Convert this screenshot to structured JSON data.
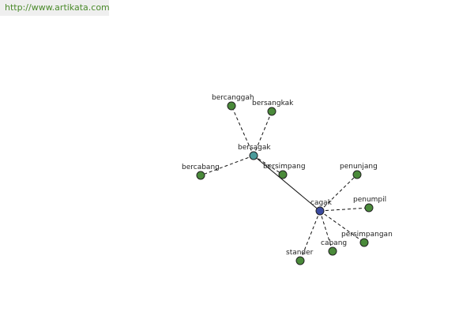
{
  "header": {
    "url": "http://www.artikata.com"
  },
  "graph": {
    "hubs": [
      {
        "id": "bersagak",
        "label": "bersagak",
        "color": "#4a9a9a"
      },
      {
        "id": "cagak",
        "label": "cagak",
        "color": "#3a4aa0"
      }
    ],
    "leaves": [
      {
        "id": "bercanggah",
        "label": "bercanggah",
        "parent": "bersagak",
        "color": "#4a8a3a"
      },
      {
        "id": "bersangkak",
        "label": "bersangkak",
        "parent": "bersagak",
        "color": "#4a8a3a"
      },
      {
        "id": "bercabang",
        "label": "bercabang",
        "parent": "bersagak",
        "color": "#4a8a3a"
      },
      {
        "id": "bersimpang",
        "label": "bersimpang",
        "parent": "bersagak",
        "color": "#4a8a3a"
      },
      {
        "id": "penunjang",
        "label": "penunjang",
        "parent": "cagak",
        "color": "#4a8a3a"
      },
      {
        "id": "penumpil",
        "label": "penumpil",
        "parent": "cagak",
        "color": "#4a8a3a"
      },
      {
        "id": "persimpangan",
        "label": "persimpangan",
        "parent": "cagak",
        "color": "#4a8a3a"
      },
      {
        "id": "cabang",
        "label": "cabang",
        "parent": "cagak",
        "color": "#4a8a3a"
      },
      {
        "id": "stander",
        "label": "stander",
        "parent": "cagak",
        "color": "#4a8a3a"
      }
    ],
    "links": [
      {
        "from": "bersagak",
        "to": "cagak",
        "style": "solid"
      }
    ]
  }
}
